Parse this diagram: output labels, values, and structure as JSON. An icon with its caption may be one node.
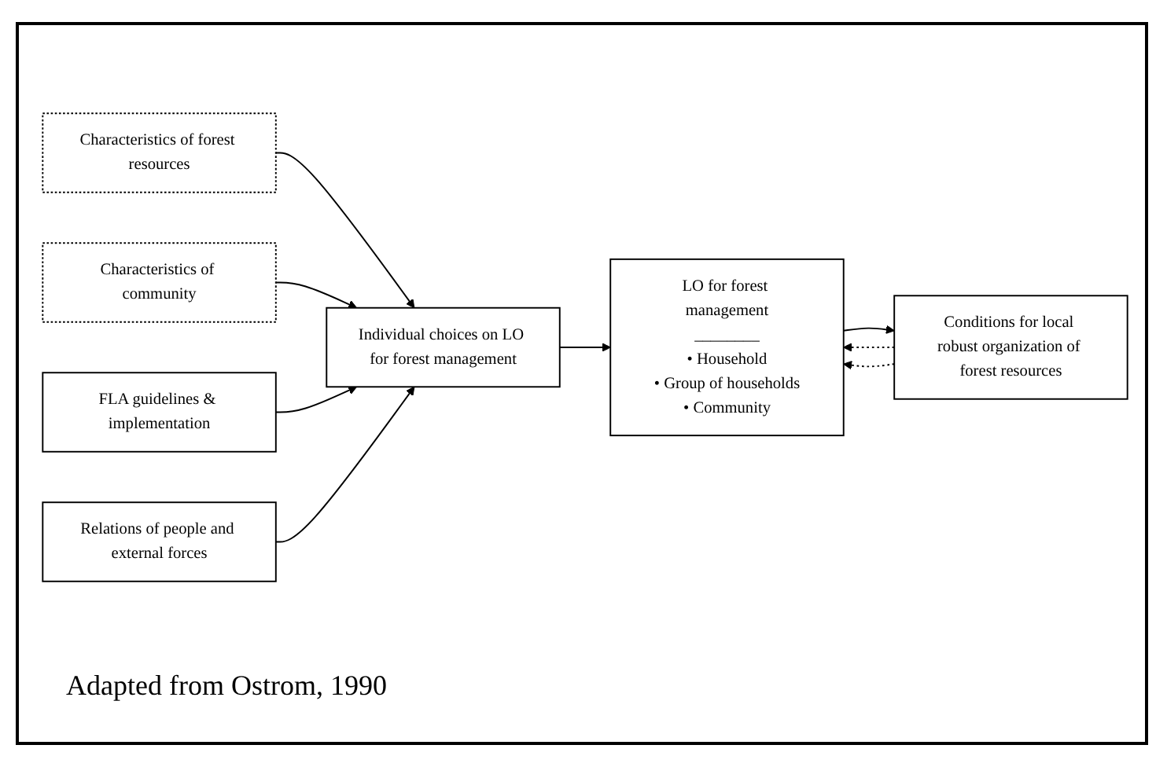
{
  "diagram": {
    "nodes": [
      {
        "text": [
          "Characteristics of forest resources"
        ]
      },
      {
        "text": [
          "Characteristics of community"
        ]
      },
      {
        "text": [
          "FLA guidelines & implementation"
        ]
      },
      {
        "text": [
          "Relations of people and external forces"
        ]
      },
      {
        "text": [
          "Individual choices on LO for forest management"
        ]
      },
      {
        "text": [
          "LO for forest management",
          "________",
          "• Household",
          "• Group of households",
          "• Community"
        ]
      },
      {
        "text": [
          "Conditions for local robust organization of forest resources"
        ]
      }
    ],
    "edges": [
      {
        "from": 0,
        "to": 4,
        "arrow": "to"
      },
      {
        "from": 1,
        "to": 4,
        "arrow": "to"
      },
      {
        "from": 2,
        "to": 4,
        "arrow": "to"
      },
      {
        "from": 3,
        "to": 4,
        "arrow": "to"
      },
      {
        "from": 4,
        "to": 5,
        "arrow": "to"
      },
      {
        "from": 5,
        "to": 6,
        "arrow": "to"
      },
      {
        "from": 6,
        "to": 5,
        "arrow": "to",
        "style": "dashed"
      },
      {
        "from": 6,
        "to": 5,
        "arrow": "to",
        "style": "dashed"
      }
    ],
    "labels": [
      "Adapted from Ostrom, 1990"
    ]
  }
}
